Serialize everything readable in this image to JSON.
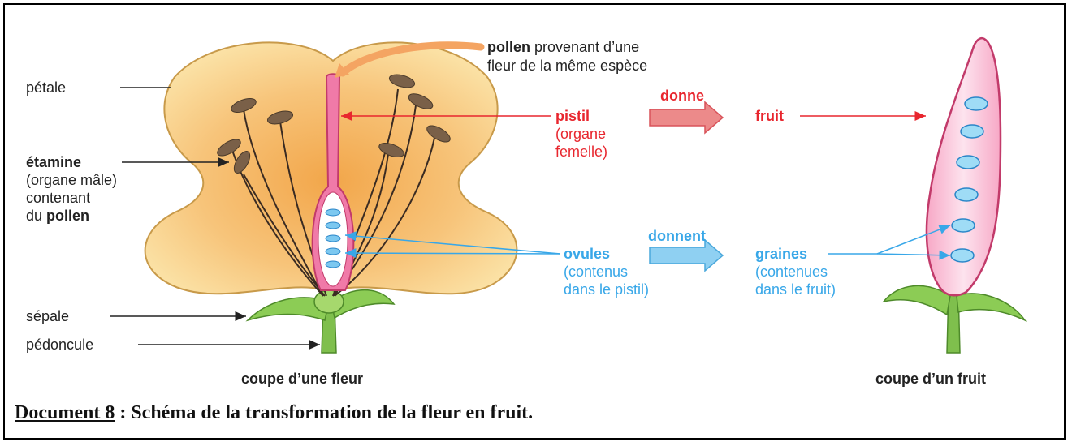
{
  "labels": {
    "petale": "pétale",
    "etamine_bold": "étamine",
    "etamine_2": "(organe mâle)",
    "etamine_3": "contenant",
    "etamine_4_prefix": "du ",
    "etamine_4_bold": "pollen",
    "sepale": "sépale",
    "pedoncule": "pédoncule",
    "pollen_bold": "pollen",
    "pollen_rest": " provenant d’une",
    "pollen_2": "fleur de la même espèce",
    "pistil": "pistil",
    "pistil_2": "(organe",
    "pistil_3": "femelle)",
    "donne": "donne",
    "fruit": "fruit",
    "ovules": "ovules",
    "ovules_2": "(contenus",
    "ovules_3": "dans le pistil)",
    "donnent": "donnent",
    "graines": "graines",
    "graines_2": "(contenues",
    "graines_3": "dans le fruit)",
    "coupe_fleur": "coupe d’une fleur",
    "coupe_fruit": "coupe d’un fruit"
  },
  "caption": {
    "doc": "Document 8",
    "text": " : Schéma de la transformation de la fleur en fruit."
  },
  "colors": {
    "red_label": "#e8262e",
    "blue_label": "#38a7e8",
    "petal": "#f7c97a",
    "pistil": "#f07aa8",
    "stem": "#7fbf4d"
  }
}
